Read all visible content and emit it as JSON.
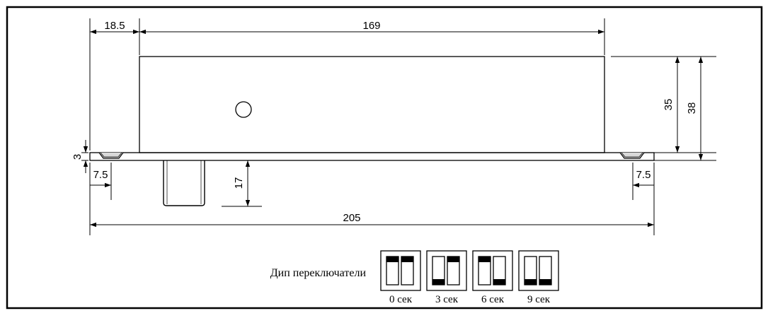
{
  "dimensions": {
    "offset_left": "18.5",
    "body_length": "169",
    "body_height_inner": "35",
    "body_height_total": "38",
    "plate_thickness": "3",
    "hole_offset_left": "7.5",
    "hole_offset_right": "7.5",
    "bolt_length": "17",
    "total_length": "205"
  },
  "dip_switches": {
    "title": "Дип переключатели",
    "settings": [
      {
        "label": "0 сек",
        "switches": [
          "up",
          "up"
        ]
      },
      {
        "label": "3 сек",
        "switches": [
          "down",
          "up"
        ]
      },
      {
        "label": "6 сек",
        "switches": [
          "up",
          "down"
        ]
      },
      {
        "label": "9 сек",
        "switches": [
          "down",
          "down"
        ]
      }
    ]
  }
}
